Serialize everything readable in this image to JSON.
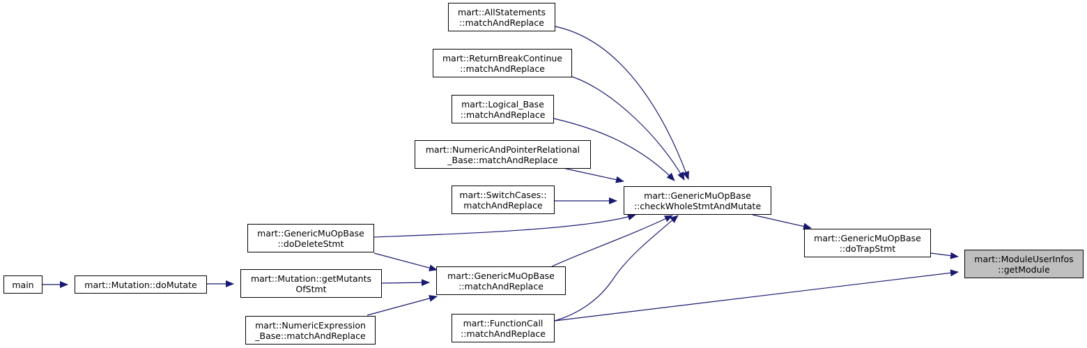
{
  "colors": {
    "edge": "#191970",
    "node_border": "#000000",
    "node_fill": "#ffffff",
    "target_fill": "#bfbfbf"
  },
  "nodes": [
    {
      "id": "main",
      "lines": [
        "main"
      ]
    },
    {
      "id": "doMutate",
      "lines": [
        "mart::Mutation::doMutate"
      ]
    },
    {
      "id": "getMutantsOfStmt",
      "lines": [
        "mart::Mutation::getMutants",
        "OfStmt"
      ]
    },
    {
      "id": "doDeleteStmt",
      "lines": [
        "mart::GenericMuOpBase",
        "::doDeleteStmt"
      ]
    },
    {
      "id": "numericExpression",
      "lines": [
        "mart::NumericExpression",
        "_Base::matchAndReplace"
      ]
    },
    {
      "id": "allStatements",
      "lines": [
        "mart::AllStatements",
        "::matchAndReplace"
      ]
    },
    {
      "id": "returnBreakContinue",
      "lines": [
        "mart::ReturnBreakContinue",
        "::matchAndReplace"
      ]
    },
    {
      "id": "logicalBase",
      "lines": [
        "mart::Logical_Base",
        "::matchAndReplace"
      ]
    },
    {
      "id": "numericPointerRel",
      "lines": [
        "mart::NumericAndPointerRelational",
        "_Base::matchAndReplace"
      ]
    },
    {
      "id": "switchCases",
      "lines": [
        "mart::SwitchCases::",
        "matchAndReplace"
      ]
    },
    {
      "id": "genericMatchAndReplace",
      "lines": [
        "mart::GenericMuOpBase",
        "::matchAndReplace"
      ]
    },
    {
      "id": "functionCall",
      "lines": [
        "mart::FunctionCall",
        "::matchAndReplace"
      ]
    },
    {
      "id": "checkWholeStmt",
      "lines": [
        "mart::GenericMuOpBase",
        "::checkWholeStmtAndMutate"
      ]
    },
    {
      "id": "doTrapStmt",
      "lines": [
        "mart::GenericMuOpBase",
        "::doTrapStmt"
      ]
    },
    {
      "id": "getModule",
      "lines": [
        "mart::ModuleUserInfos",
        "::getModule"
      ],
      "target": true
    }
  ],
  "edges": [
    [
      "doMutate",
      "main"
    ],
    [
      "getMutantsOfStmt",
      "doMutate"
    ],
    [
      "genericMatchAndReplace",
      "getMutantsOfStmt"
    ],
    [
      "genericMatchAndReplace",
      "doDeleteStmt"
    ],
    [
      "genericMatchAndReplace",
      "numericExpression"
    ],
    [
      "checkWholeStmt",
      "doDeleteStmt"
    ],
    [
      "checkWholeStmt",
      "allStatements"
    ],
    [
      "checkWholeStmt",
      "returnBreakContinue"
    ],
    [
      "checkWholeStmt",
      "logicalBase"
    ],
    [
      "checkWholeStmt",
      "numericPointerRel"
    ],
    [
      "checkWholeStmt",
      "switchCases"
    ],
    [
      "checkWholeStmt",
      "genericMatchAndReplace"
    ],
    [
      "checkWholeStmt",
      "functionCall"
    ],
    [
      "doTrapStmt",
      "checkWholeStmt"
    ],
    [
      "getModule",
      "doTrapStmt"
    ],
    [
      "getModule",
      "functionCall"
    ]
  ]
}
